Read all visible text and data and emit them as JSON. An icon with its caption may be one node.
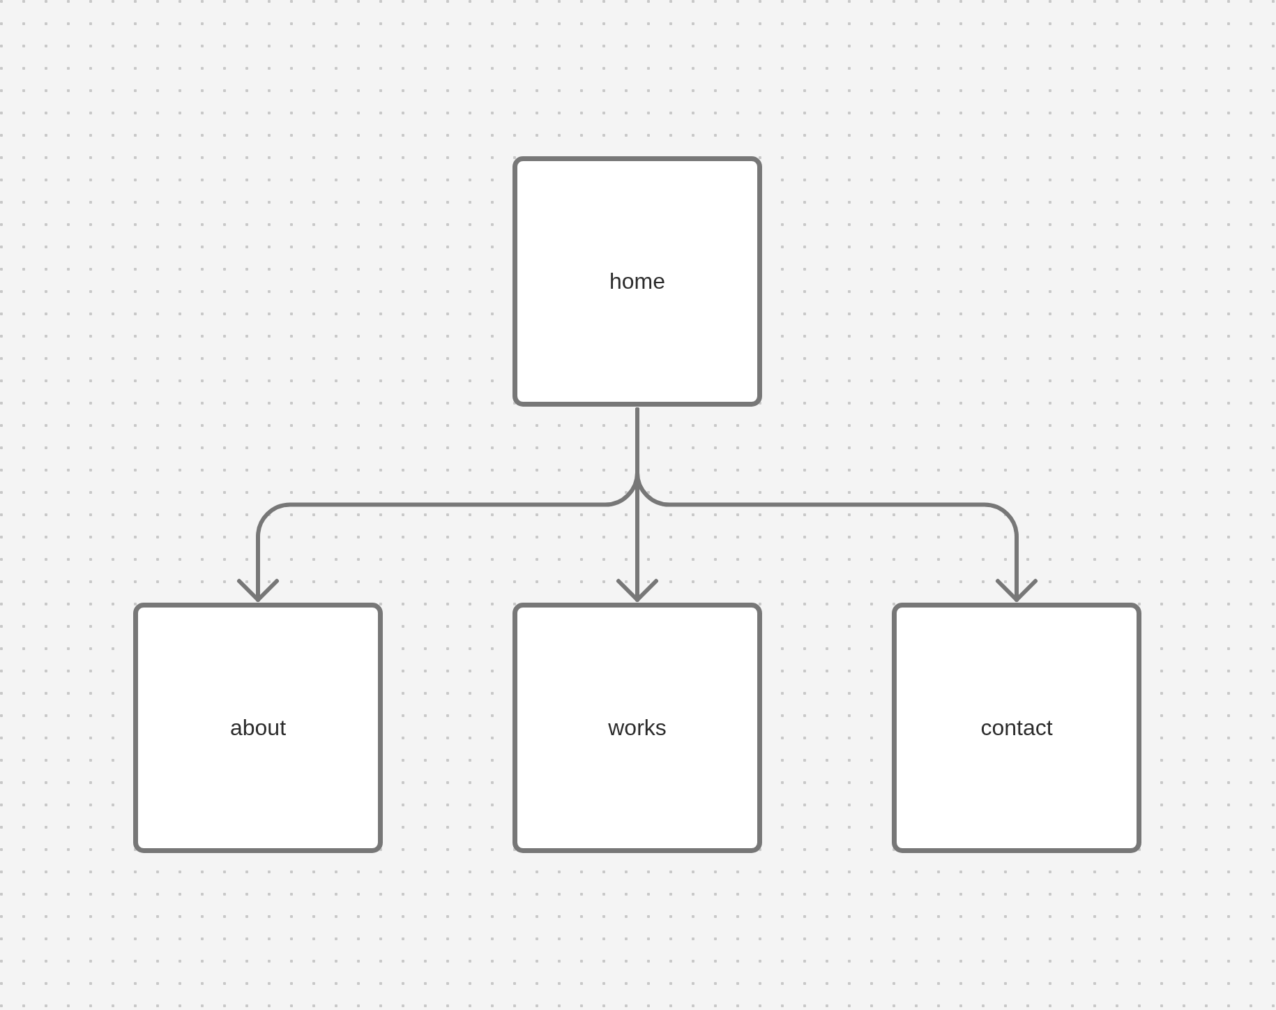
{
  "diagram": {
    "nodes": [
      {
        "text": [
          "home"
        ]
      },
      {
        "text": [
          "about"
        ]
      },
      {
        "text": [
          "works"
        ]
      },
      {
        "text": [
          "contact"
        ]
      }
    ],
    "edges": [
      {
        "from": 0,
        "to": 1,
        "arrow": "to"
      },
      {
        "from": 0,
        "to": 2,
        "arrow": "to"
      },
      {
        "from": 0,
        "to": 3,
        "arrow": "to"
      }
    ]
  }
}
